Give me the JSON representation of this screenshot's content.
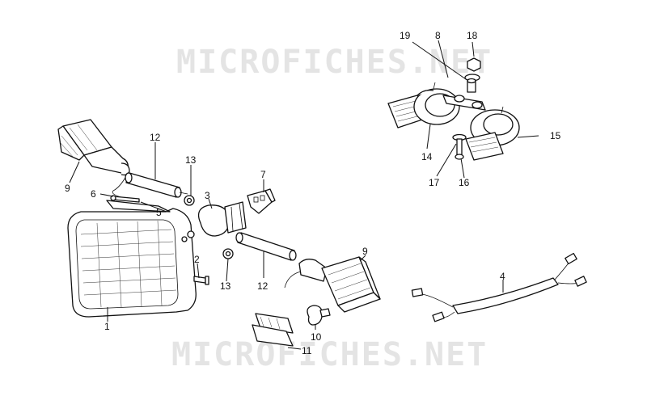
{
  "watermarks": [
    "MICROFICHES.NET",
    "MICROFICHES.NET"
  ],
  "callouts": {
    "c1": "1",
    "c2": "2",
    "c3": "3",
    "c4": "4",
    "c5": "5",
    "c6": "6",
    "c7": "7",
    "c8": "8",
    "c9a": "9",
    "c9b": "9",
    "c10": "10",
    "c11": "11",
    "c12a": "12",
    "c12b": "12",
    "c13a": "13",
    "c13b": "13",
    "c14": "14",
    "c15": "15",
    "c16": "16",
    "c17": "17",
    "c18": "18",
    "c19": "19"
  }
}
